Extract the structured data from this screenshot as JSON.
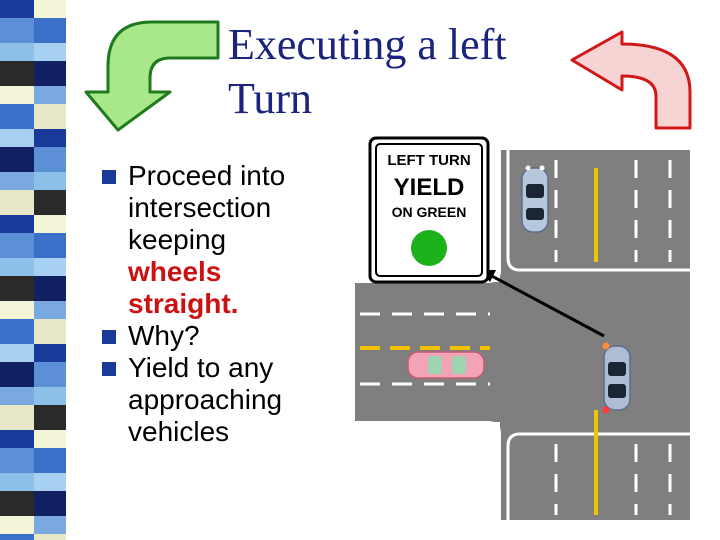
{
  "slide": {
    "title_line1": "Executing a left",
    "title_line2": "Turn"
  },
  "bullets": [
    {
      "text_lines": [
        "Proceed into",
        "intersection",
        "keeping"
      ],
      "highlight_lines": [
        "wheels",
        "straight."
      ]
    },
    {
      "text_lines": [
        "Why?"
      ]
    },
    {
      "text_lines": [
        "Yield to any",
        "approaching",
        "vehicles"
      ]
    }
  ],
  "sign": {
    "line1": "LEFT TURN",
    "line2": "YIELD",
    "line3": "ON GREEN",
    "light_color": "#1db21d"
  },
  "colors": {
    "title": "#1a237e",
    "bullet_mark": "#1a3a9a",
    "highlight": "#cc1111",
    "green_arrow": "#a8e88a",
    "red_arrow": "#f7d4d4",
    "road": "#7f7f7f",
    "center_line": "#f2c200"
  }
}
